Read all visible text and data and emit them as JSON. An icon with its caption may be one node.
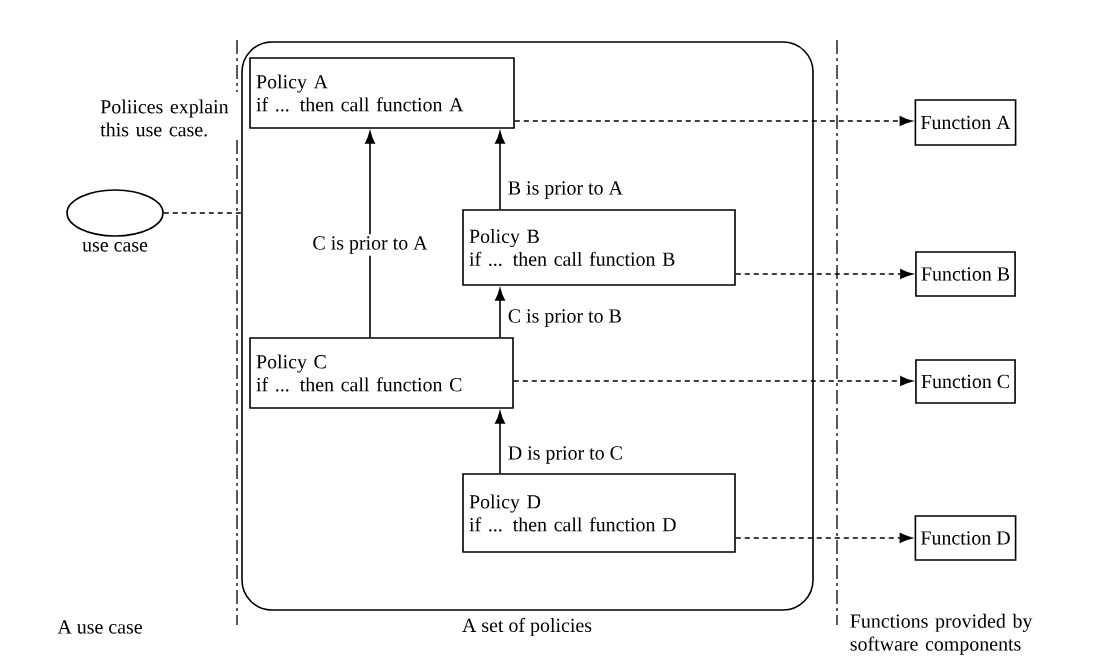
{
  "diagram": {
    "nodes": [
      {
        "text": [],
        "shape": "ellipse",
        "beside": [
          "use case"
        ]
      },
      {
        "text": [],
        "shape": "box"
      },
      {
        "text": [
          "Policy A",
          "if ... then call function A"
        ],
        "in": 1
      },
      {
        "text": [
          "Policy B",
          "if ... then call function B"
        ],
        "in": 1
      },
      {
        "text": [
          "Policy C",
          "if ... then call function C"
        ],
        "in": 1
      },
      {
        "text": [
          "Policy D",
          "if ... then call function D"
        ],
        "in": 1
      },
      {
        "text": [
          "Function A"
        ]
      },
      {
        "text": [
          "Function B"
        ]
      },
      {
        "text": [
          "Function C"
        ]
      },
      {
        "text": [
          "Function D"
        ]
      }
    ],
    "edges": [
      {
        "from": 0,
        "to": 1,
        "arrow": "none",
        "style": "dashed",
        "label": "Poliices explain this use case."
      },
      {
        "from": 3,
        "to": 2,
        "arrow": "to",
        "label": "B is prior to A"
      },
      {
        "from": 4,
        "to": 2,
        "arrow": "to",
        "label": "C is prior to A"
      },
      {
        "from": 4,
        "to": 3,
        "arrow": "to",
        "label": "C is prior to B"
      },
      {
        "from": 5,
        "to": 4,
        "arrow": "to",
        "label": "D is prior to C"
      },
      {
        "from": 2,
        "to": 6,
        "arrow": "to",
        "style": "dashed"
      },
      {
        "from": 3,
        "to": 7,
        "arrow": "to",
        "style": "dashed"
      },
      {
        "from": 4,
        "to": 8,
        "arrow": "to",
        "style": "dashed"
      },
      {
        "from": 5,
        "to": 9,
        "arrow": "to",
        "style": "dashed"
      }
    ],
    "labels": [
      "A use case",
      "A set of policies",
      "Functions provided by software components"
    ]
  }
}
